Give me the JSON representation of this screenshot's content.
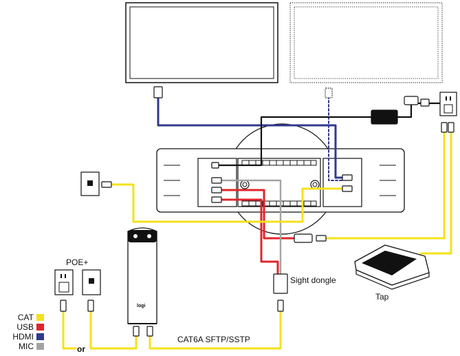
{
  "labels": {
    "poe": "POE+",
    "or": "or",
    "sight_dongle": "Sight dongle",
    "tap": "Tap",
    "cable_type": "CAT6A SFTP/SSTP"
  },
  "legend": [
    {
      "name": "CAT",
      "color": "#f5e11a"
    },
    {
      "name": "USB",
      "color": "#e0262b"
    },
    {
      "name": "HDMI",
      "color": "#2f3a8f"
    },
    {
      "name": "MIC",
      "color": "#a3a3a3"
    }
  ],
  "logos": {
    "sight": "logi"
  },
  "colors": {
    "cat": "#f5e11a",
    "usb": "#e0262b",
    "hdmi": "#2f3a8f",
    "mic": "#a3a3a3",
    "power": "#111111"
  }
}
